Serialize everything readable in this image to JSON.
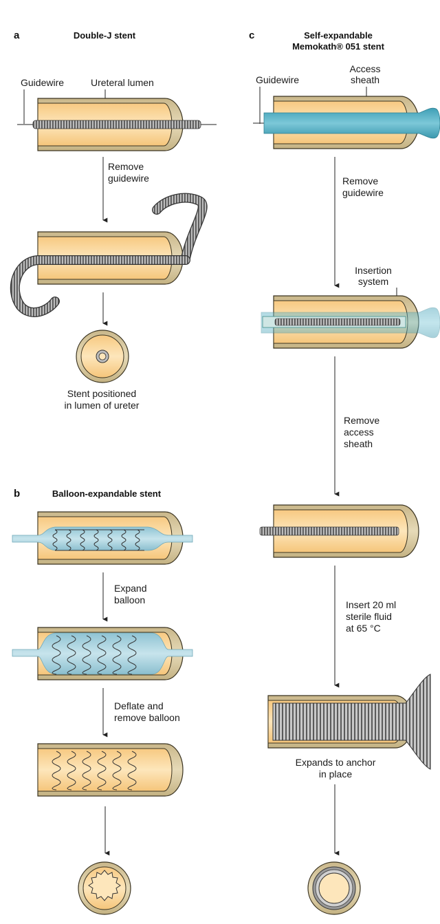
{
  "panels": {
    "a": {
      "letter": "a",
      "title": "Double-J stent",
      "guidewire_label": "Guidewire",
      "lumen_label": "Ureteral lumen",
      "step1": [
        "Remove",
        "guidewire"
      ],
      "caption": [
        "Stent positioned",
        "in lumen of ureter"
      ]
    },
    "b": {
      "letter": "b",
      "title": "Balloon-expandable stent",
      "step1": [
        "Expand",
        "balloon"
      ],
      "step2": [
        "Deflate and",
        "remove balloon"
      ]
    },
    "c": {
      "letter": "c",
      "title": [
        "Self-expandable",
        "Memokath® 051 stent"
      ],
      "guidewire_label": "Guidewire",
      "sheath_label": [
        "Access",
        "sheath"
      ],
      "step1": [
        "Remove",
        "guidewire"
      ],
      "insertion_label": [
        "Insertion",
        "system"
      ],
      "step2": [
        "Remove",
        "access",
        "sheath"
      ],
      "step3": [
        "Insert 20 ml",
        "sterile fluid",
        "at 65 °C"
      ],
      "caption": [
        "Expands to anchor",
        "in place"
      ]
    }
  },
  "colors": {
    "wall": "#d8c9a4",
    "wall_stroke": "#3a3320",
    "lumen": "#fbd9a0",
    "balloon": "#a9d2de",
    "sheath": "#57b4c9",
    "coil": "#8a8a8a"
  }
}
